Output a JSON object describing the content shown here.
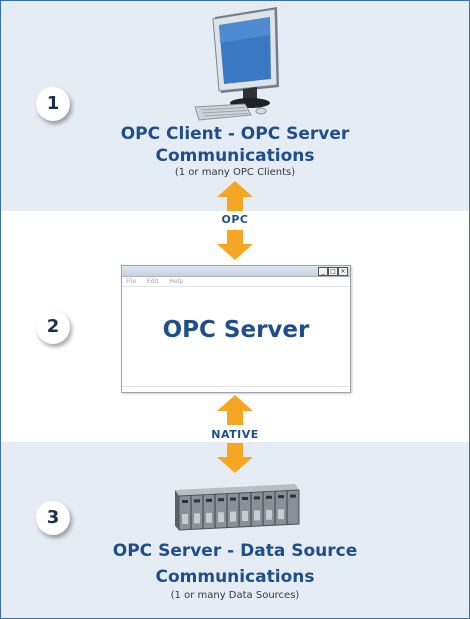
{
  "steps": [
    {
      "number": "1",
      "title_line1": "OPC Client - OPC Server",
      "title_line2": "Communications",
      "subtitle": "(1 or many OPC Clients)"
    },
    {
      "number": "2",
      "window_menu": [
        "File",
        "Edit",
        "Help"
      ],
      "window_title": "OPC Server"
    },
    {
      "number": "3",
      "title_line1": "OPC Server - Data Source",
      "title_line2": "Communications",
      "subtitle": "(1 or many Data Sources)"
    }
  ],
  "connectors": [
    {
      "label": "OPC"
    },
    {
      "label": "NATIVE"
    }
  ],
  "icons": [
    "computer-icon",
    "application-window-icon",
    "server-rack-icon"
  ],
  "colors": {
    "band": "#e6ecf4",
    "heading": "#1f4e8c",
    "arrow": "#f5a623",
    "frame_border": "#3a6ea5"
  }
}
